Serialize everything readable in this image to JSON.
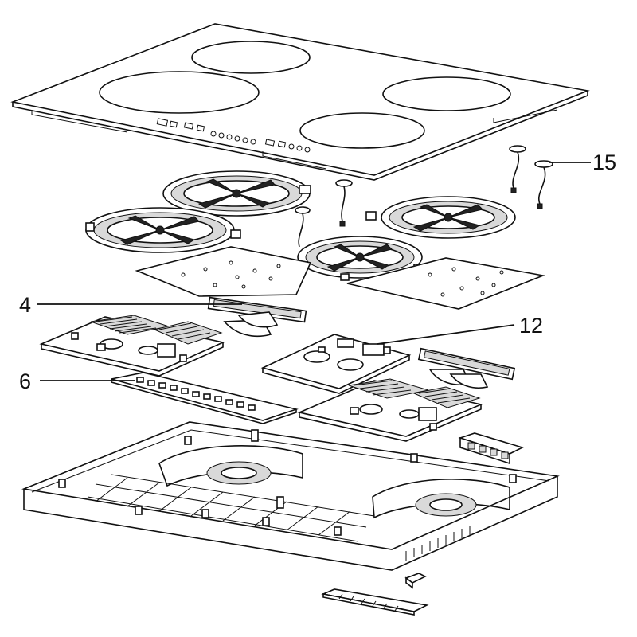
{
  "callouts": [
    {
      "id": "c4",
      "label": "4"
    },
    {
      "id": "c6",
      "label": "6"
    },
    {
      "id": "c12",
      "label": "12"
    },
    {
      "id": "c15",
      "label": "15"
    }
  ]
}
